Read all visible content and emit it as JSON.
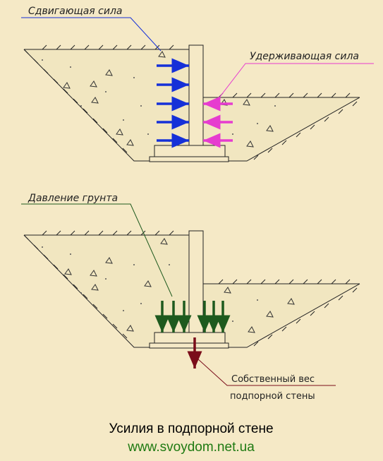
{
  "labels": {
    "shear_force": "Сдвигающая сила",
    "holding_force": "Удерживающая сила",
    "soil_pressure": "Давление грунта",
    "self_weight_line1": "Собственный вес",
    "self_weight_line2": "подпорной стены"
  },
  "caption": {
    "title": "Усилия в подпорной стене",
    "website": "www.svoydom.net.ua"
  },
  "colors": {
    "background": "#f5e9c6",
    "shear_arrow": "#1530d8",
    "holding_arrow": "#e63ccf",
    "soil_pressure_arrow": "#1e5a1e",
    "self_weight_arrow": "#7a0d1a",
    "website_text": "#1f7a12"
  }
}
